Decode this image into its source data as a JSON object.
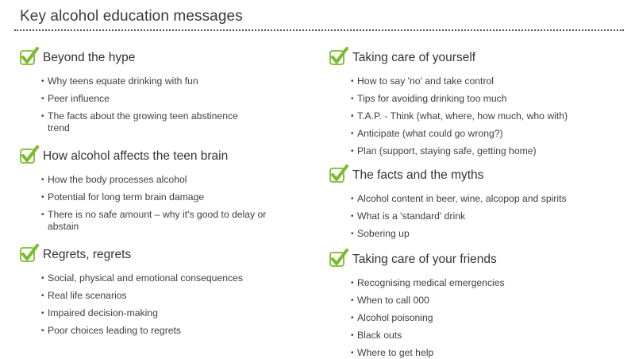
{
  "title": "Key alcohol education messages",
  "colors": {
    "accent_green": "#7dba2f",
    "text": "#3b3b3b"
  },
  "left_sections": [
    {
      "title": "Beyond the hype",
      "items": [
        "Why teens equate drinking with fun",
        "Peer influence",
        "The facts about the growing teen abstinence trend"
      ]
    },
    {
      "title": "How alcohol affects the teen brain",
      "items": [
        "How the body processes alcohol",
        "Potential for long term brain damage",
        "There is no safe amount – why it's good to delay or abstain"
      ]
    },
    {
      "title": "Regrets, regrets",
      "items": [
        "Social, physical and emotional consequences",
        "Real life scenarios",
        "Impaired decision-making",
        "Poor choices leading to regrets"
      ]
    }
  ],
  "right_sections": [
    {
      "title": "Taking care of yourself",
      "items": [
        "How to say 'no' and take control",
        "Tips for avoiding drinking too much",
        "T.A.P. - Think (what, where, how much, who with)",
        "Anticipate (what could go wrong?)",
        "Plan (support, staying safe, getting home)"
      ]
    },
    {
      "title": "The facts and the myths",
      "items": [
        "Alcohol content in beer, wine, alcopop and spirits",
        "What is a 'standard' drink",
        "Sobering up"
      ]
    },
    {
      "title": "Taking care of your friends",
      "items": [
        "Recognising medical emergencies",
        "When to call 000",
        "Alcohol poisoning",
        "Black outs",
        "Where to get help"
      ]
    }
  ]
}
